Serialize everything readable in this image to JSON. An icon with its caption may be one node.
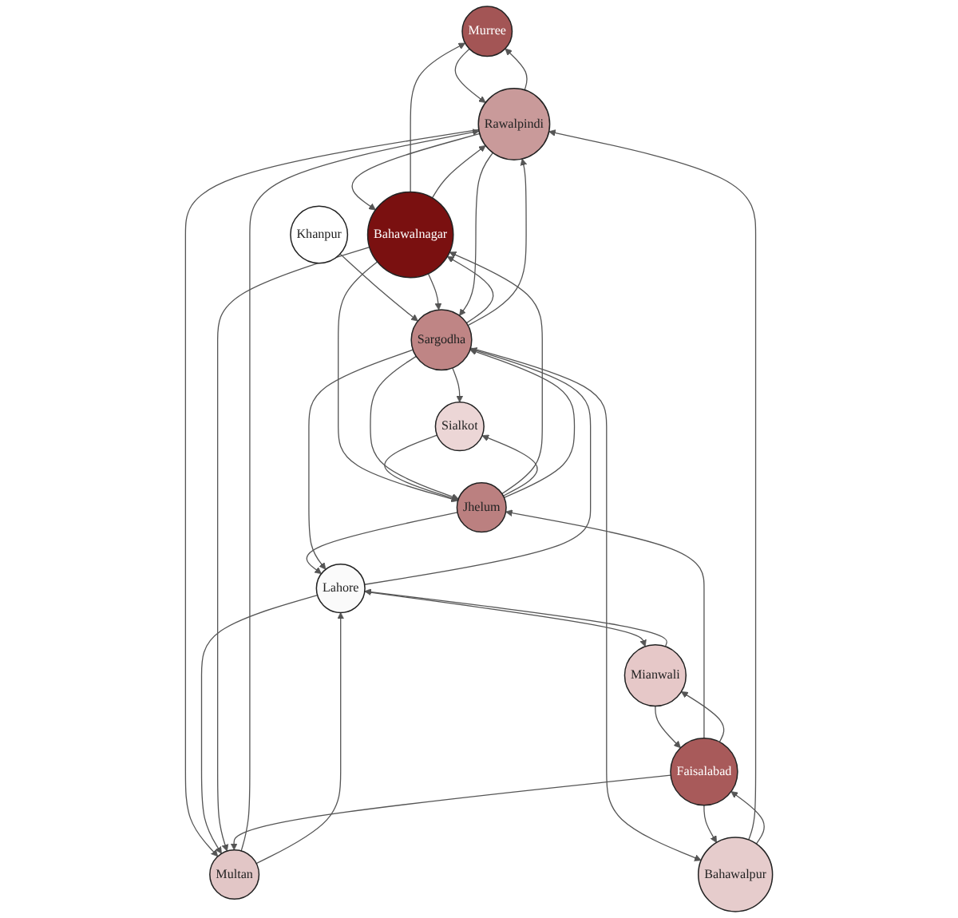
{
  "diagram": {
    "nodes": [
      {
        "text": [
          "Murree"
        ]
      },
      {
        "text": [
          "Khanpur"
        ]
      },
      {
        "text": [
          "Rawalpindi"
        ]
      },
      {
        "text": [
          "Bahawalnagar"
        ]
      },
      {
        "text": [
          "Sialkot"
        ]
      },
      {
        "text": [
          "Sargodha"
        ]
      },
      {
        "text": [
          "Jhelum"
        ]
      },
      {
        "text": [
          "Multan"
        ]
      },
      {
        "text": [
          "Bahawalpur"
        ]
      },
      {
        "text": [
          "Lahore"
        ]
      },
      {
        "text": [
          "Faisalabad"
        ]
      },
      {
        "text": [
          "Mianwali"
        ]
      }
    ],
    "edges": [
      {
        "from": 3,
        "to": 0,
        "arrow": "to"
      },
      {
        "from": 0,
        "to": 2,
        "arrow": "to"
      },
      {
        "from": 2,
        "to": 0,
        "arrow": "to"
      },
      {
        "from": 2,
        "to": 3,
        "arrow": "to"
      },
      {
        "from": 3,
        "to": 2,
        "arrow": "to"
      },
      {
        "from": 1,
        "to": 5,
        "arrow": "to"
      },
      {
        "from": 8,
        "to": 2,
        "arrow": "to"
      },
      {
        "from": 5,
        "to": 3,
        "arrow": "to"
      },
      {
        "from": 3,
        "to": 5,
        "arrow": "to"
      },
      {
        "from": 2,
        "to": 5,
        "arrow": "to"
      },
      {
        "from": 5,
        "to": 2,
        "arrow": "to"
      },
      {
        "from": 7,
        "to": 2,
        "arrow": "to"
      },
      {
        "from": 2,
        "to": 7,
        "arrow": "to"
      },
      {
        "from": 3,
        "to": 6,
        "arrow": "to"
      },
      {
        "from": 6,
        "to": 3,
        "arrow": "to"
      },
      {
        "from": 5,
        "to": 4,
        "arrow": "to"
      },
      {
        "from": 4,
        "to": 6,
        "arrow": "to"
      },
      {
        "from": 6,
        "to": 4,
        "arrow": "to"
      },
      {
        "from": 5,
        "to": 6,
        "arrow": "to"
      },
      {
        "from": 6,
        "to": 5,
        "arrow": "to"
      },
      {
        "from": 10,
        "to": 6,
        "arrow": "to"
      },
      {
        "from": 6,
        "to": 9,
        "arrow": "to"
      },
      {
        "from": 5,
        "to": 8,
        "arrow": "to"
      },
      {
        "from": 5,
        "to": 9,
        "arrow": "to"
      },
      {
        "from": 9,
        "to": 5,
        "arrow": "to"
      },
      {
        "from": 7,
        "to": 9,
        "arrow": "to"
      },
      {
        "from": 9,
        "to": 7,
        "arrow": "to"
      },
      {
        "from": 3,
        "to": 7,
        "arrow": "to"
      },
      {
        "from": 10,
        "to": 7,
        "arrow": "to"
      },
      {
        "from": 8,
        "to": 10,
        "arrow": "to"
      },
      {
        "from": 10,
        "to": 8,
        "arrow": "to"
      },
      {
        "from": 9,
        "to": 11,
        "arrow": "to"
      },
      {
        "from": 11,
        "to": 9,
        "arrow": "to"
      },
      {
        "from": 10,
        "to": 11,
        "arrow": "to"
      },
      {
        "from": 11,
        "to": 10,
        "arrow": "to"
      }
    ]
  }
}
